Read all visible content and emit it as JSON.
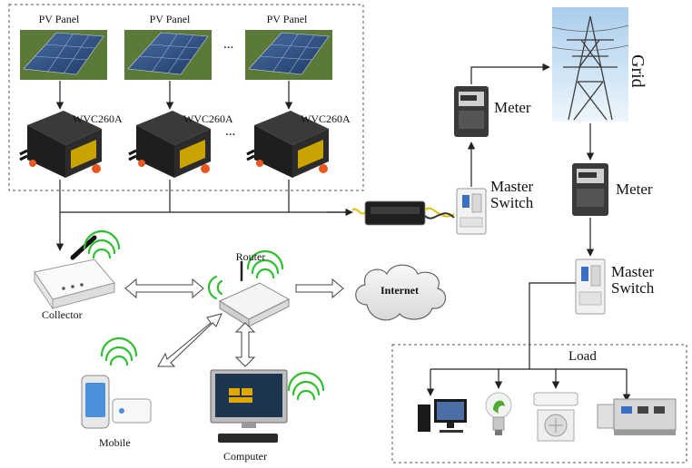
{
  "labels": {
    "pv_panel": "PV Panel",
    "inverter": "WVC260A",
    "ellipsis": "...",
    "grid": "Grid",
    "meter": "Meter",
    "master": "Master",
    "switch": "Switch",
    "router": "Router",
    "internet": "Internet",
    "collector": "Collector",
    "mobile": "Mobile",
    "computer": "Computer",
    "load": "Load"
  },
  "colors": {
    "line": "#222222",
    "dashed_border": "#555555",
    "wifi": "#2fbf2f",
    "sky": "#cfe6f8",
    "solar_panel": "#2f4f7f",
    "inverter_body": "#2a2a2a",
    "plug_orange": "#e8571e",
    "meter_body": "#3a3a3a",
    "cloud": "#e9e9e9"
  }
}
